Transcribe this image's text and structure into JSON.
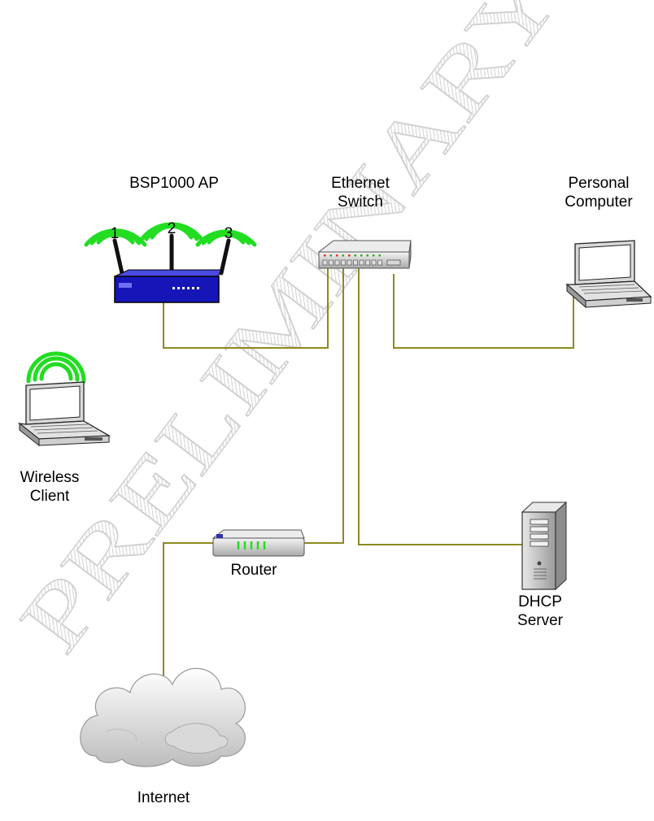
{
  "watermark": {
    "text": "PRELIMINARY"
  },
  "nodes": {
    "access_point": {
      "label": "BSP1000 AP",
      "antennas": [
        "1",
        "2",
        "3"
      ]
    },
    "switch": {
      "label_line1": "Ethernet",
      "label_line2": "Switch"
    },
    "personal_computer": {
      "label_line1": "Personal",
      "label_line2": "Computer"
    },
    "wireless_client": {
      "label_line1": "Wireless",
      "label_line2": "Client"
    },
    "router": {
      "label": "Router"
    },
    "dhcp_server": {
      "label_line1": "DHCP",
      "label_line2": "Server"
    },
    "internet": {
      "label": "Internet"
    }
  },
  "colors": {
    "link": "#8c8a1e",
    "wifi": "#22dd22",
    "ap_body": "#1515b8",
    "watermark": "#d4d4d4"
  }
}
